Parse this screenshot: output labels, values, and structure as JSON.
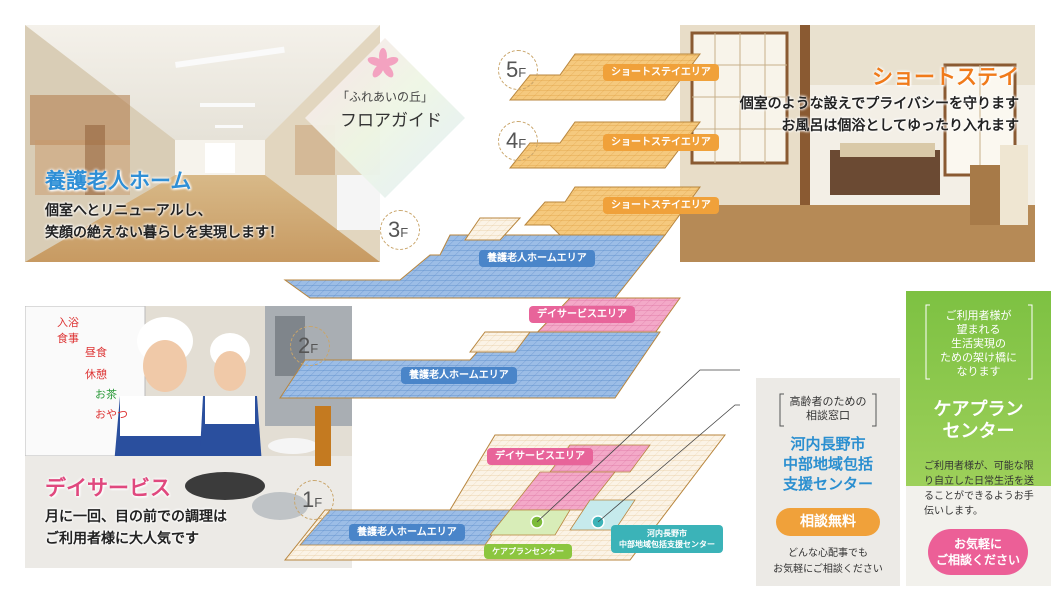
{
  "guide": {
    "facility_name": "「ふれあいの丘」",
    "title": "フロアガイド"
  },
  "nursing_home": {
    "title": "養護老人ホーム",
    "line1": "個室へとリニューアルし、",
    "line2": "笑顔の絶えない暮らしを実現します！"
  },
  "short_stay": {
    "title": "ショートステイ",
    "line1": "個室のような設えでプライバシーを守ります",
    "line2": "お風呂は個浴としてゆったり入れます"
  },
  "day_service": {
    "title": "デイサービス",
    "line1": "月に一回、目の前での調理は",
    "line2": "ご利用者様に大人気です",
    "whiteboard": [
      "入浴",
      "食事",
      "昼食",
      "おやつ",
      "お茶",
      "休憩"
    ]
  },
  "floors": [
    {
      "num": "5",
      "unit": "F"
    },
    {
      "num": "4",
      "unit": "F"
    },
    {
      "num": "3",
      "unit": "F"
    },
    {
      "num": "2",
      "unit": "F"
    },
    {
      "num": "1",
      "unit": "F"
    }
  ],
  "areas": {
    "short_stay_5f": "ショートステイエリア",
    "short_stay_4f": "ショートステイエリア",
    "short_stay_3f": "ショートステイエリア",
    "nursing_3f": "養護老人ホームエリア",
    "day_2f": "デイサービスエリア",
    "nursing_2f": "養護老人ホームエリア",
    "day_1f": "デイサービスエリア",
    "nursing_1f": "養護老人ホームエリア",
    "care_plan_1f": "ケアプランセンター",
    "support_center_1f_line1": "河内長野市",
    "support_center_1f_line2": "中部地域包括支援センター"
  },
  "consult": {
    "head_line1": "高齢者のための",
    "head_line2": "相談窓口",
    "name_line1": "河内長野市",
    "name_line2": "中部地域包括",
    "name_line3": "支援センター",
    "button": "相談無料",
    "foot_line1": "どんな心配事でも",
    "foot_line2": "お気軽にご相談ください"
  },
  "care": {
    "lead_line1": "ご利用者様が",
    "lead_line2": "望まれる",
    "lead_line3": "生活実現の",
    "lead_line4": "ための架け橋に",
    "lead_line5": "なります",
    "name_line1": "ケアプラン",
    "name_line2": "センター",
    "desc": "ご利用者様が、可能な限り自立した日常生活を送ることができるようお手伝いします。",
    "button_line1": "お気軽に",
    "button_line2": "ご相談ください"
  },
  "colors": {
    "short_stay_floor": "#f5c97e",
    "nursing_floor": "#9cbde6",
    "day_floor": "#f3a9c8",
    "accent_orange": "#f0a13a",
    "accent_blue": "#2f8fd6",
    "accent_pink": "#e0487e",
    "care_green": "#8cc63f"
  }
}
